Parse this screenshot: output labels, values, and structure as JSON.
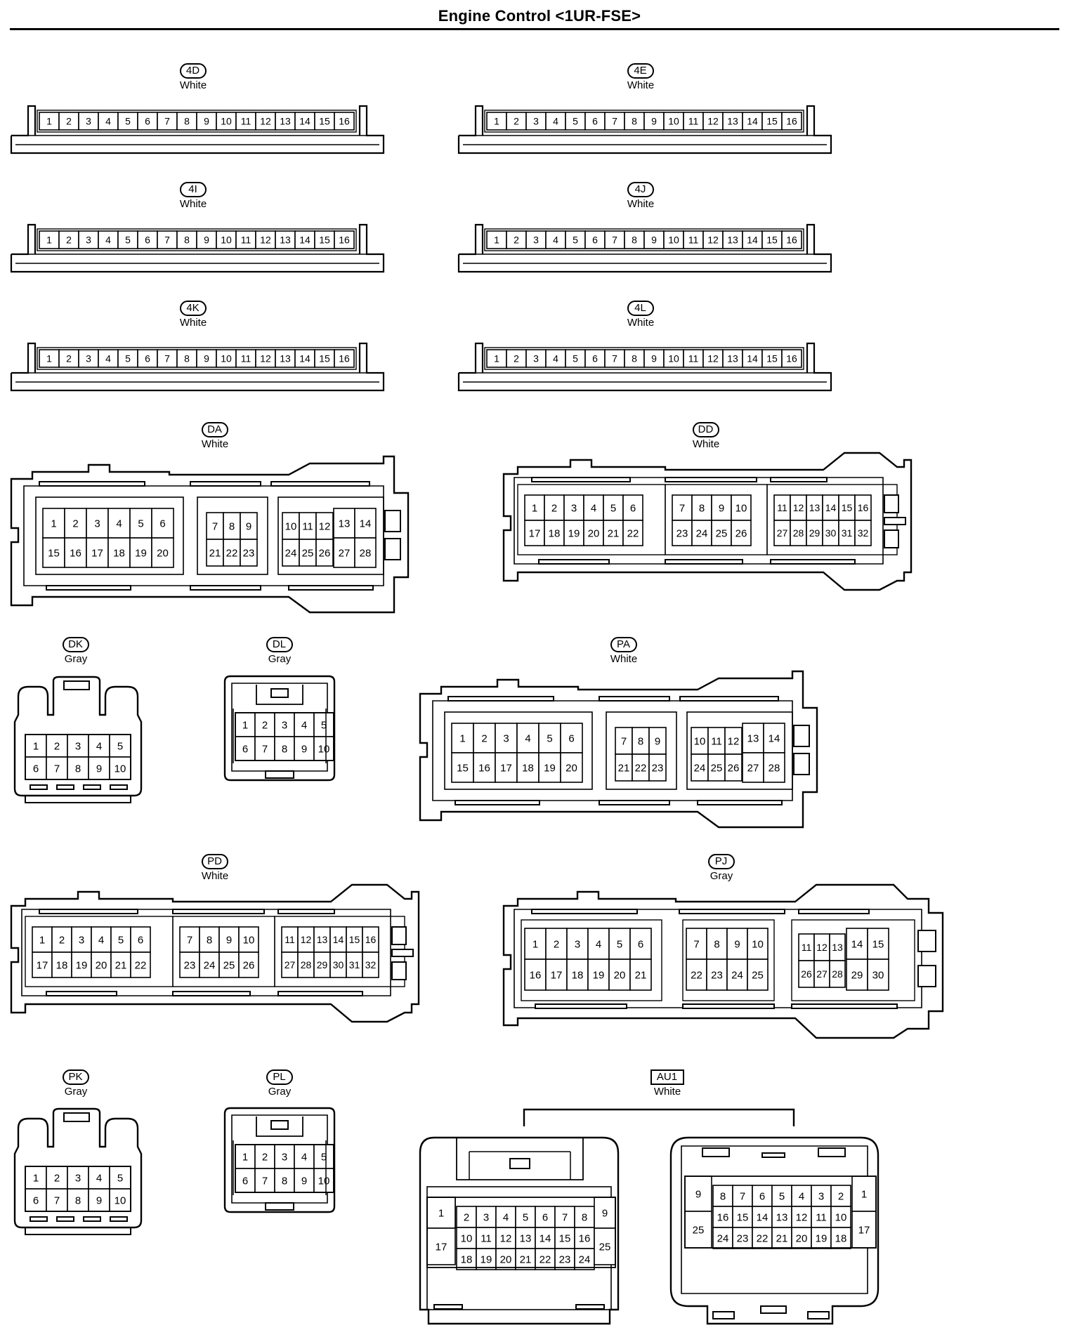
{
  "title": "Engine Control <1UR-FSE>",
  "connectors": [
    {
      "id": "4D",
      "color": "White"
    },
    {
      "id": "4E",
      "color": "White"
    },
    {
      "id": "4I",
      "color": "White"
    },
    {
      "id": "4J",
      "color": "White"
    },
    {
      "id": "4K",
      "color": "White"
    },
    {
      "id": "4L",
      "color": "White"
    },
    {
      "id": "DA",
      "color": "White"
    },
    {
      "id": "DD",
      "color": "White"
    },
    {
      "id": "DK",
      "color": "Gray"
    },
    {
      "id": "DL",
      "color": "Gray"
    },
    {
      "id": "PA",
      "color": "White"
    },
    {
      "id": "PD",
      "color": "White"
    },
    {
      "id": "PJ",
      "color": "Gray"
    },
    {
      "id": "PK",
      "color": "Gray"
    },
    {
      "id": "PL",
      "color": "Gray"
    },
    {
      "id": "AU1",
      "color": "White"
    }
  ]
}
